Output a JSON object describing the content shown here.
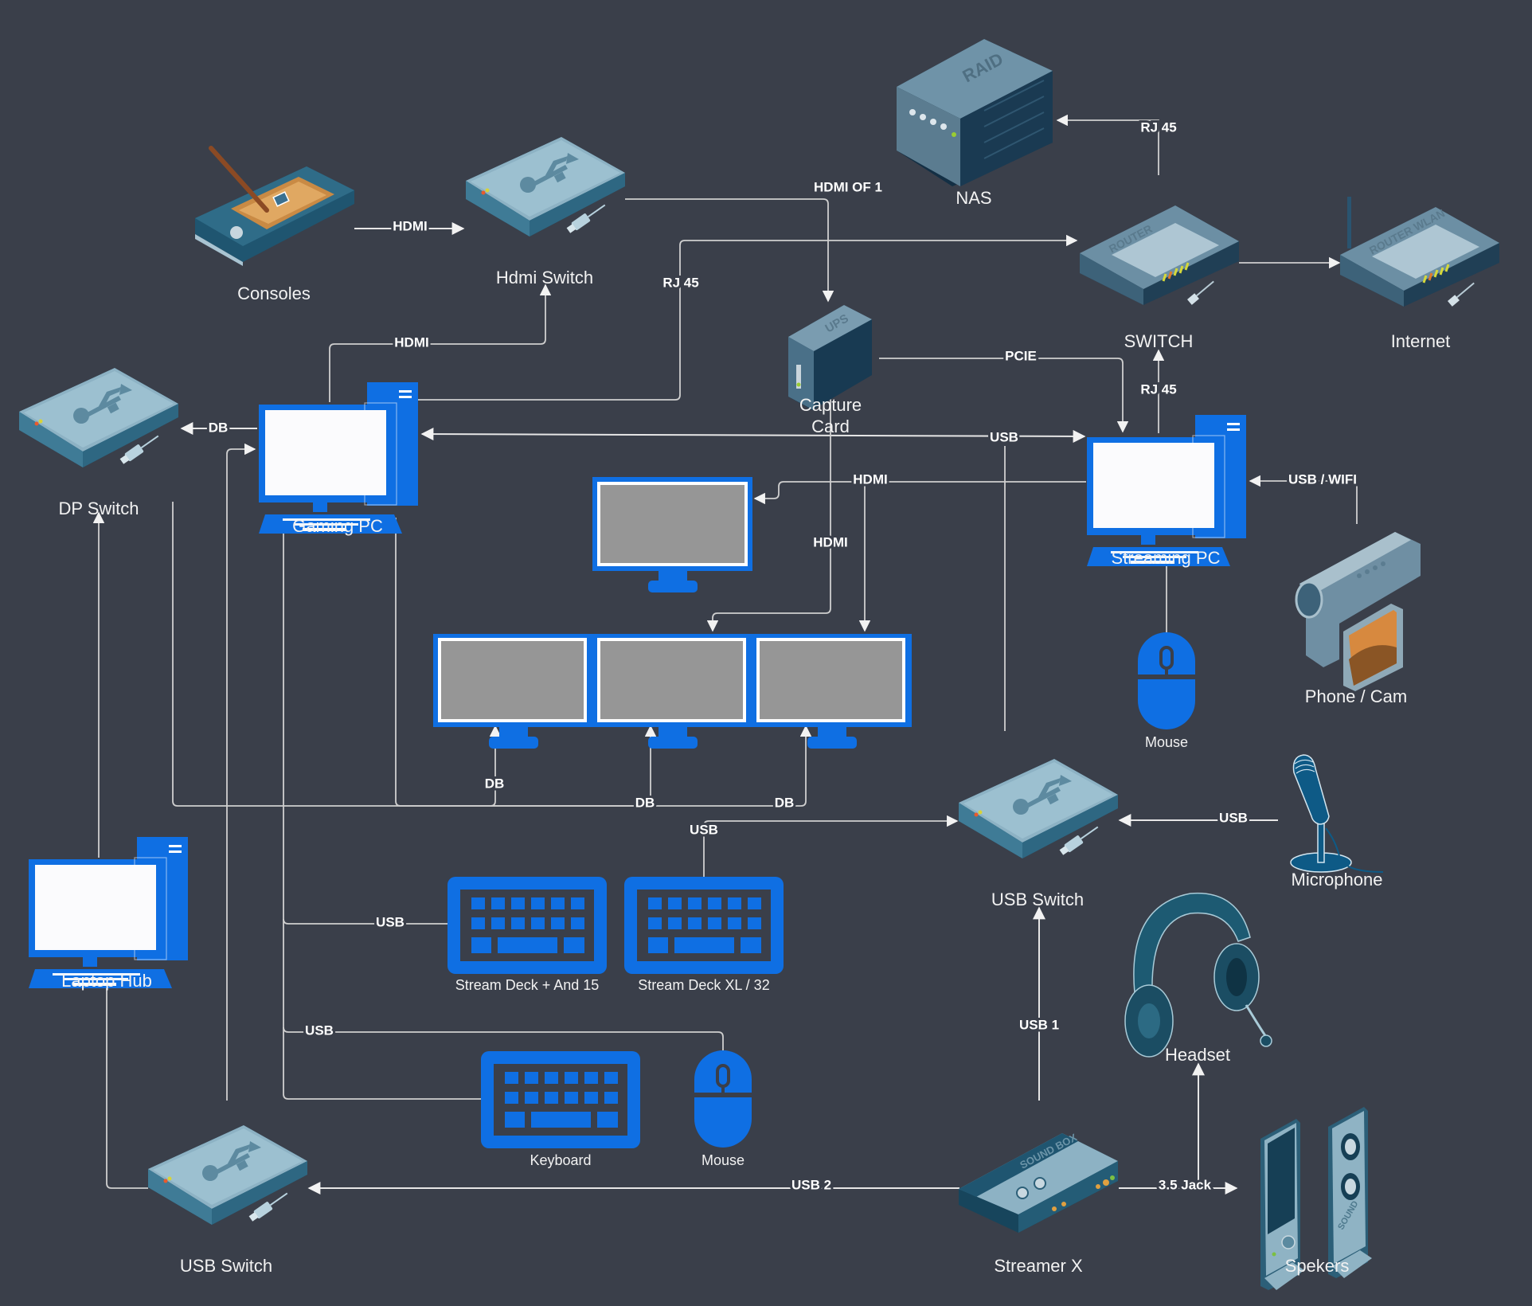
{
  "colors": {
    "background": "#3a3f4a",
    "device_blue": "#0f6fe3",
    "wire": "#e6e6e6",
    "monitor_gray": "#969696",
    "label_text": "#ffffff"
  },
  "nodes": {
    "consoles": {
      "label": "Consoles",
      "icon": "handheld-console-icon"
    },
    "hdmi_switch": {
      "label": "Hdmi Switch",
      "icon": "usb-hub-icon"
    },
    "nas": {
      "label": "NAS",
      "icon": "raid-nas-icon",
      "badge": "RAID"
    },
    "switch": {
      "label": "SWITCH",
      "icon": "router-icon",
      "badge": "ROUTER"
    },
    "internet": {
      "label": "Internet",
      "icon": "wlan-router-icon",
      "badge": "ROUTER WLAN"
    },
    "capture_card": {
      "label_line1": "Capture",
      "label_line2": "Card",
      "icon": "ups-box-icon",
      "badge": "UPS"
    },
    "dp_switch": {
      "label": "DP Switch",
      "icon": "usb-hub-icon"
    },
    "gaming_pc": {
      "label": "Gaming PC",
      "icon": "desktop-computer-icon"
    },
    "monitor_single": {
      "icon": "monitor-icon"
    },
    "monitor_triple": {
      "icon": "triple-monitor-icon"
    },
    "streaming_pc": {
      "label": "Streaming PC",
      "icon": "desktop-computer-icon"
    },
    "phone_cam": {
      "label": "Phone / Cam",
      "icon": "camcorder-icon"
    },
    "mouse_streaming": {
      "label": "Mouse",
      "icon": "mouse-icon"
    },
    "usb_switch_right": {
      "label": "USB Switch",
      "icon": "usb-hub-icon"
    },
    "microphone": {
      "label": "Microphone",
      "icon": "microphone-icon"
    },
    "laptop_hub": {
      "label": "Laptop Hub",
      "icon": "desktop-computer-icon"
    },
    "stream_deck_plus": {
      "label": "Stream Deck + And 15",
      "icon": "keyboard-icon"
    },
    "stream_deck_xl": {
      "label": "Stream Deck XL / 32",
      "icon": "keyboard-icon"
    },
    "headset": {
      "label": "Headset",
      "icon": "headset-icon"
    },
    "keyboard": {
      "label": "Keyboard",
      "icon": "keyboard-icon"
    },
    "mouse_gaming": {
      "label": "Mouse",
      "icon": "mouse-icon"
    },
    "usb_switch_bottom": {
      "label": "USB Switch",
      "icon": "usb-hub-icon"
    },
    "streamer_x": {
      "label": "Streamer X",
      "icon": "sound-box-icon",
      "badge": "SOUND BOX"
    },
    "speakers": {
      "label": "Spekers",
      "icon": "speakers-icon",
      "badge": "SOUND"
    }
  },
  "connections": [
    {
      "from": "consoles",
      "to": "hdmi_switch",
      "label": "HDMI"
    },
    {
      "from": "hdmi_switch",
      "to": "capture_card",
      "label": "HDMI OF 1"
    },
    {
      "from": "gaming_pc",
      "to": "hdmi_switch",
      "label": "HDMI"
    },
    {
      "from": "gaming_pc",
      "to": "switch",
      "label": "RJ 45"
    },
    {
      "from": "switch",
      "to": "nas",
      "label": "RJ 45"
    },
    {
      "from": "switch",
      "to": "internet",
      "label": ""
    },
    {
      "from": "streaming_pc",
      "to": "switch",
      "label": "RJ 45"
    },
    {
      "from": "capture_card",
      "to": "streaming_pc",
      "label": "PCIE"
    },
    {
      "from": "gaming_pc",
      "to": "dp_switch",
      "label": "DB"
    },
    {
      "from": "streaming_pc",
      "to": "gaming_pc",
      "label": "USB",
      "bidirectional": true
    },
    {
      "from": "streaming_pc",
      "to": "monitor_single",
      "label": "HDMI"
    },
    {
      "from": "streaming_pc",
      "to": "monitor_triple",
      "label": "HDMI"
    },
    {
      "from": "capture_card",
      "to": "monitor_triple",
      "label": "HDMI"
    },
    {
      "from": "phone_cam",
      "to": "streaming_pc",
      "label": "USB / WIFI"
    },
    {
      "from": "dp_switch",
      "to": "monitor_triple",
      "label": "DB"
    },
    {
      "from": "gaming_pc",
      "to": "monitor_triple",
      "label": "DB"
    },
    {
      "from": "gaming_pc",
      "to": "monitor_triple",
      "label": "DB"
    },
    {
      "from": "stream_deck_xl",
      "to": "usb_switch_right",
      "label": "USB"
    },
    {
      "from": "microphone",
      "to": "usb_switch_right",
      "label": "USB"
    },
    {
      "from": "stream_deck_plus",
      "to": "gaming_pc",
      "label": "USB"
    },
    {
      "from": "mouse_gaming",
      "to": "gaming_pc",
      "label": "USB"
    },
    {
      "from": "streamer_x",
      "to": "usb_switch_right",
      "label": "USB 1"
    },
    {
      "from": "streamer_x",
      "to": "usb_switch_bottom",
      "label": "USB 2"
    },
    {
      "from": "streamer_x",
      "to": "speakers",
      "label": "3.5 Jack"
    },
    {
      "from": "streamer_x",
      "to": "headset",
      "label": ""
    }
  ],
  "connection_labels": {
    "consoles_hdmi": "HDMI",
    "hdmi_of_1": "HDMI OF 1",
    "gaming_hdmi": "HDMI",
    "rj45_gaming": "RJ 45",
    "rj45_nas": "RJ 45",
    "rj45_streaming": "RJ 45",
    "pcie": "PCIE",
    "db_dp": "DB",
    "usb_pcs": "USB",
    "hdmi_streaming": "HDMI",
    "hdmi_capture": "HDMI",
    "usb_wifi": "USB / WIFI",
    "db_1": "DB",
    "db_2": "DB",
    "db_3": "DB",
    "usb_deck_xl": "USB",
    "usb_mic": "USB",
    "usb_deck_plus": "USB",
    "usb_mouse": "USB",
    "usb_1": "USB 1",
    "usb_2": "USB 2",
    "jack": "3.5 Jack"
  }
}
